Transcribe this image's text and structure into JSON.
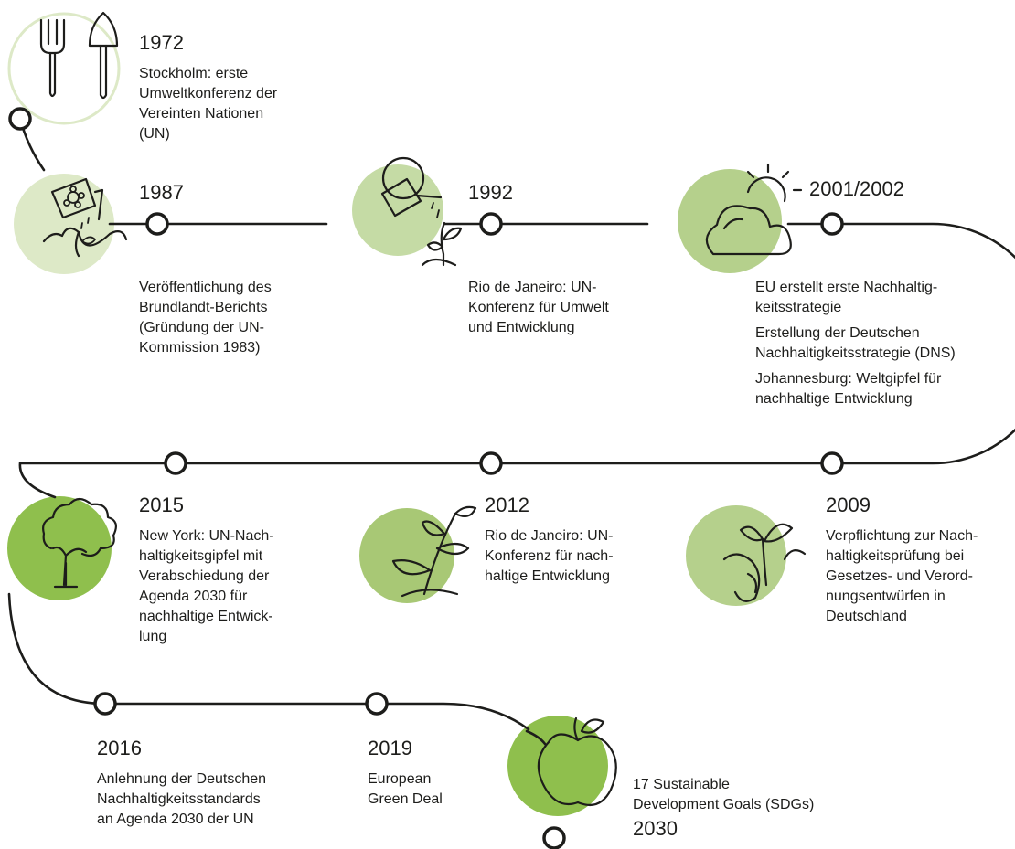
{
  "colors": {
    "light": "#dde9c7",
    "medium": "#b5d08c",
    "dark": "#8fbf4d",
    "ring": "#dde9c7",
    "ink": "#1d1d1b"
  },
  "events": [
    {
      "id": "1972",
      "year": "1972",
      "icon": "garden-fork-trowel-icon",
      "lines": [
        "Stockholm: erste",
        "Umweltkonferenz der",
        "Vereinten Nationen",
        "(UN)"
      ]
    },
    {
      "id": "1987",
      "year": "1987",
      "icon": "watering-can-flower-icon",
      "lines": [
        "Veröffentlichung des",
        "Brundlandt-Berichts",
        "(Gründung der UN-",
        "Kommission 1983)"
      ]
    },
    {
      "id": "1992",
      "year": "1992",
      "icon": "watering-can-seedling-icon",
      "lines": [
        "Rio de Janeiro: UN-",
        "Konferenz für Umwelt",
        "und Entwicklung"
      ]
    },
    {
      "id": "2001",
      "year": "2001/2002",
      "icon": "sun-cloud-icon",
      "paragraphs": [
        [
          "EU erstellt erste Nachhaltig-",
          "keitsstrategie"
        ],
        [
          "Erstellung der Deutschen",
          "Nachhaltigkeitsstrategie (DNS)"
        ],
        [
          "Johannesburg: Weltgipfel für",
          "nachhaltige Entwicklung"
        ]
      ]
    },
    {
      "id": "2009",
      "year": "2009",
      "icon": "hand-sprout-icon",
      "lines": [
        "Verpflichtung zur Nach-",
        "haltigkeitsprüfung bei",
        "Gesetzes- und Verord-",
        "nungsentwürfen in",
        "Deutschland"
      ]
    },
    {
      "id": "2012",
      "year": "2012",
      "icon": "growing-plant-icon",
      "lines": [
        "Rio de Janeiro: UN-",
        "Konferenz für nach-",
        "haltige Entwicklung"
      ]
    },
    {
      "id": "2015",
      "year": "2015",
      "icon": "tree-icon",
      "lines": [
        "New York: UN-Nach-",
        "haltigkeitsgipfel mit",
        "Verabschiedung der",
        "Agenda 2030 für",
        "nachhaltige Entwick-",
        "lung"
      ]
    },
    {
      "id": "2016",
      "year": "2016",
      "lines": [
        "Anlehnung der Deutschen",
        "Nachhaltigkeitsstandards",
        "an Agenda 2030 der UN"
      ]
    },
    {
      "id": "2019",
      "year": "2019",
      "lines": [
        "European",
        "Green Deal"
      ]
    },
    {
      "id": "2030",
      "year": "2030",
      "icon": "apple-icon",
      "lines": [
        "17 Sustainable",
        "Development Goals (SDGs)"
      ]
    }
  ]
}
